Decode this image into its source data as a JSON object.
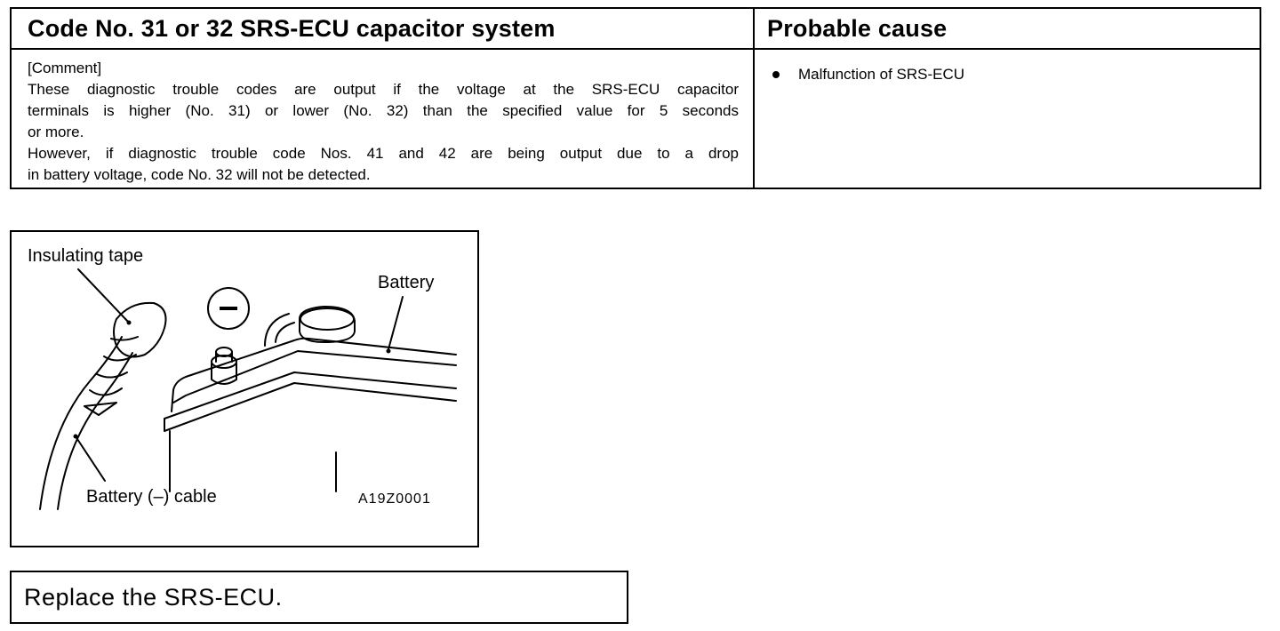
{
  "table": {
    "header_left": "Code No. 31 or 32 SRS-ECU capacitor system",
    "header_right": "Probable cause",
    "comment_lines": [
      "[Comment]",
      "These diagnostic trouble codes are output if the voltage at the SRS-ECU capacitor",
      "terminals is higher (No. 31) or lower (No. 32) than the specified value for 5 seconds",
      "or more.",
      "However, if diagnostic trouble code Nos. 41 and 42 are being output due to a drop",
      "in battery voltage, code No. 32 will not be detected."
    ],
    "causes": [
      "Malfunction of SRS-ECU"
    ]
  },
  "figure": {
    "label_tape": "Insulating tape",
    "label_battery": "Battery",
    "label_cable": "Battery (–) cable",
    "figure_code": "A19Z0001",
    "icon": "negative-terminal-icon"
  },
  "action": {
    "text": "Replace the SRS-ECU."
  }
}
